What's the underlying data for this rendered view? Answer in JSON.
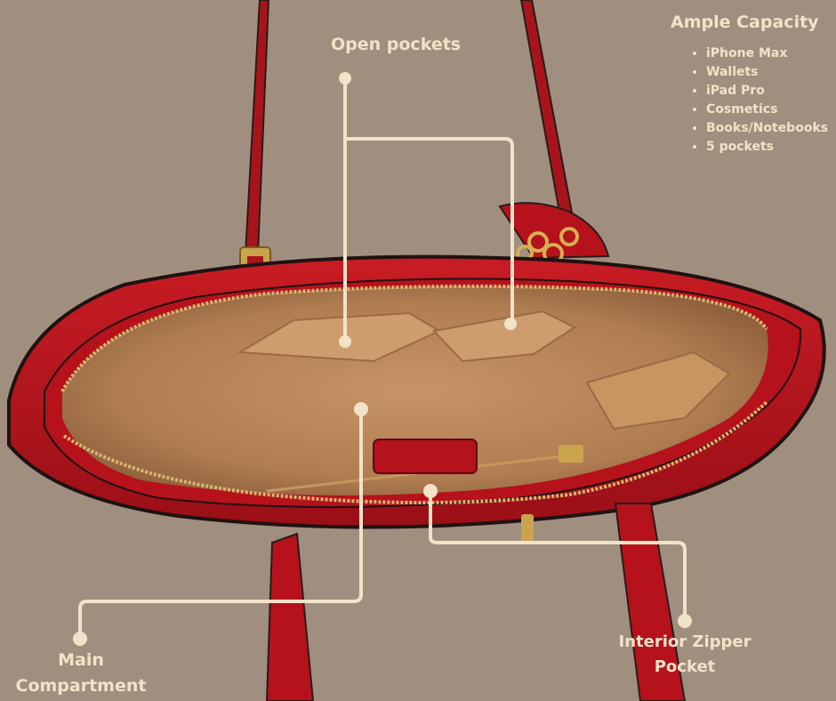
{
  "callouts": {
    "open_pockets": "Open pockets",
    "main_compartment_line1": "Main",
    "main_compartment_line2": "Compartment",
    "interior_zipper_line1": "Interior Zipper",
    "interior_zipper_line2": "Pocket"
  },
  "capacity": {
    "title": "Ample Capacity",
    "items": [
      "iPhone Max",
      "Wallets",
      "iPad Pro",
      "Cosmetics",
      "Books/Notebooks",
      "5 pockets"
    ]
  },
  "colors": {
    "background": "#a08f7e",
    "text": "#f1e3c8",
    "callout_line": "#f1e3c8",
    "bag_red": "#b5121b",
    "lining": "#c9986a"
  }
}
